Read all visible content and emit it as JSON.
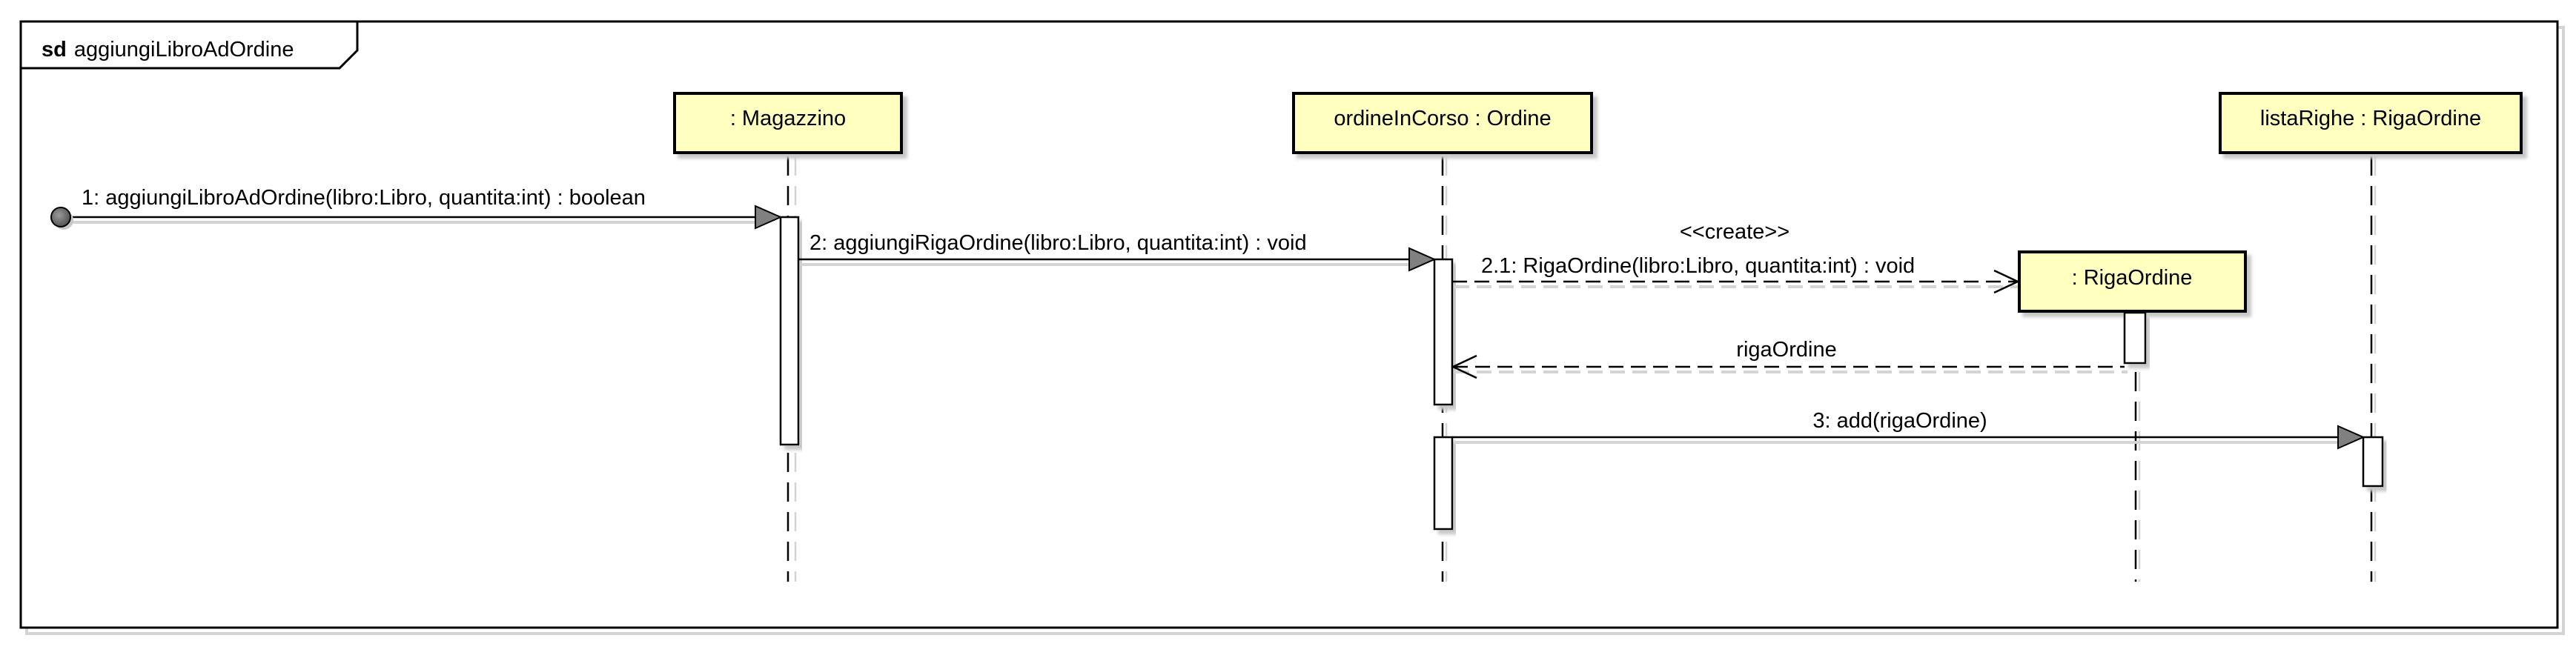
{
  "diagram": {
    "type": "sequence",
    "frame": {
      "keyword": "sd",
      "name": "aggiungiLibroAdOrdine"
    },
    "colors": {
      "lifeline_fill": "#ffffc0",
      "border": "#000000",
      "shadow": "#c8c8c8",
      "arrow_head": "#808080",
      "found_dot": "#666666"
    },
    "lifelines": [
      {
        "id": "magazzino",
        "label": ": Magazzino"
      },
      {
        "id": "ordine",
        "label": "ordineInCorso : Ordine"
      },
      {
        "id": "riga_created",
        "label": ": RigaOrdine",
        "created": true
      },
      {
        "id": "lista",
        "label": "listaRighe : RigaOrdine"
      }
    ],
    "messages": [
      {
        "id": "m1",
        "label": "1: aggiungiLibroAdOrdine(libro:Libro, quantita:int) : boolean",
        "kind": "found",
        "from": "",
        "to": "magazzino"
      },
      {
        "id": "m2",
        "label": "2: aggiungiRigaOrdine(libro:Libro, quantita:int) : void",
        "kind": "sync",
        "from": "magazzino",
        "to": "ordine"
      },
      {
        "id": "m21",
        "label": "2.1: RigaOrdine(libro:Libro, quantita:int) : void",
        "stereotype": "<<create>>",
        "kind": "create",
        "from": "ordine",
        "to": "riga_created"
      },
      {
        "id": "r21",
        "label": "rigaOrdine",
        "kind": "return",
        "from": "riga_created",
        "to": "ordine"
      },
      {
        "id": "m3",
        "label": "3: add(rigaOrdine)",
        "kind": "sync",
        "from": "ordine",
        "to": "lista"
      }
    ]
  }
}
